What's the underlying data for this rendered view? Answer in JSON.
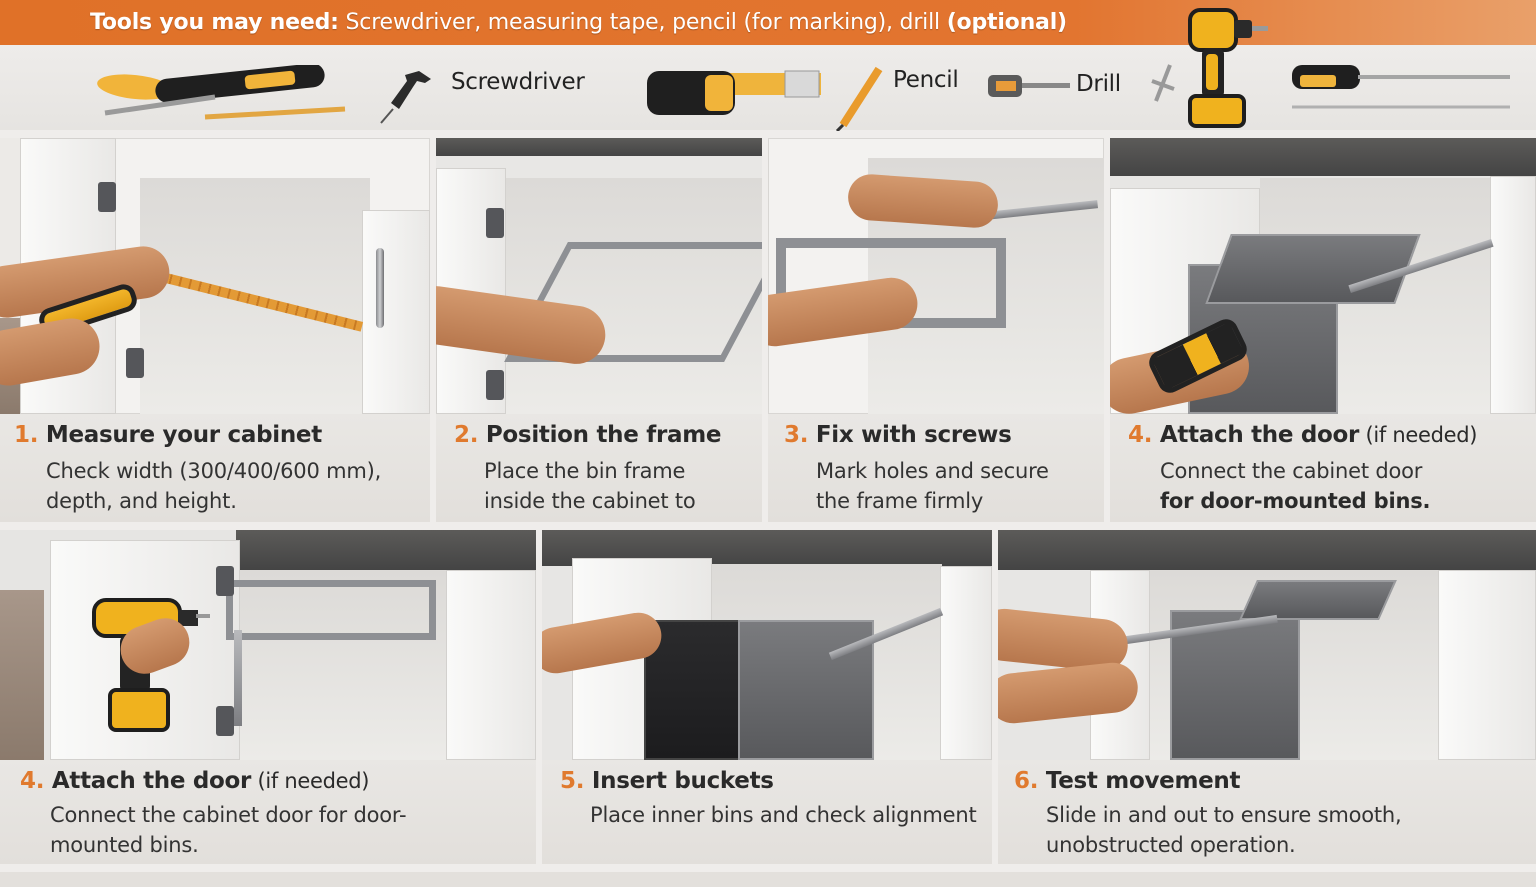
{
  "banner": {
    "lead": "Tools you may need:",
    "list": " Screwdriver, measuring tape, pencil (for marking), drill ",
    "optional": "(optional)",
    "accent_color": "#e07128"
  },
  "tools": [
    {
      "label": "Screwdriver",
      "icon": "screwdriver-icon"
    },
    {
      "label": "Pencil",
      "icon": "pencil-icon"
    },
    {
      "label": "Drill",
      "icon": "drill-icon"
    }
  ],
  "steps": [
    {
      "num": "1.",
      "title": "Measure your cabinet",
      "note": "",
      "lines": [
        "Check width (300/400/600 mm),",
        "depth, and height."
      ],
      "bold_line2": false
    },
    {
      "num": "2.",
      "title": "Position the frame",
      "note": "",
      "lines": [
        "Place the bin frame",
        "inside the cabinet to"
      ],
      "bold_line2": false
    },
    {
      "num": "3.",
      "title": "Fix with screws",
      "note": "",
      "lines": [
        "Mark holes and secure",
        "the frame firmly"
      ],
      "bold_line2": false
    },
    {
      "num": "4.",
      "title": "Attach the door",
      "note": " (if needed)",
      "lines": [
        "Connect the cabinet door",
        "for door-mounted bins."
      ],
      "bold_line2": true
    },
    {
      "num": "4.",
      "title": "Attach the door",
      "note": " (if needed)",
      "lines": [
        "Connect the cabinet door for door-",
        "mounted bins."
      ],
      "bold_line2": false
    },
    {
      "num": "5.",
      "title": "Insert buckets",
      "note": "",
      "lines": [
        "Place inner bins and check alignment",
        ""
      ],
      "bold_line2": false
    },
    {
      "num": "6.",
      "title": "Test movement",
      "note": "",
      "lines": [
        "Slide in and out to ensure smooth,",
        "unobstructed operation."
      ],
      "bold_line2": false
    }
  ],
  "colors": {
    "step_number": "#e07a2e",
    "caption_bg": "#e6e3df",
    "title_text": "#2a2a2a"
  }
}
